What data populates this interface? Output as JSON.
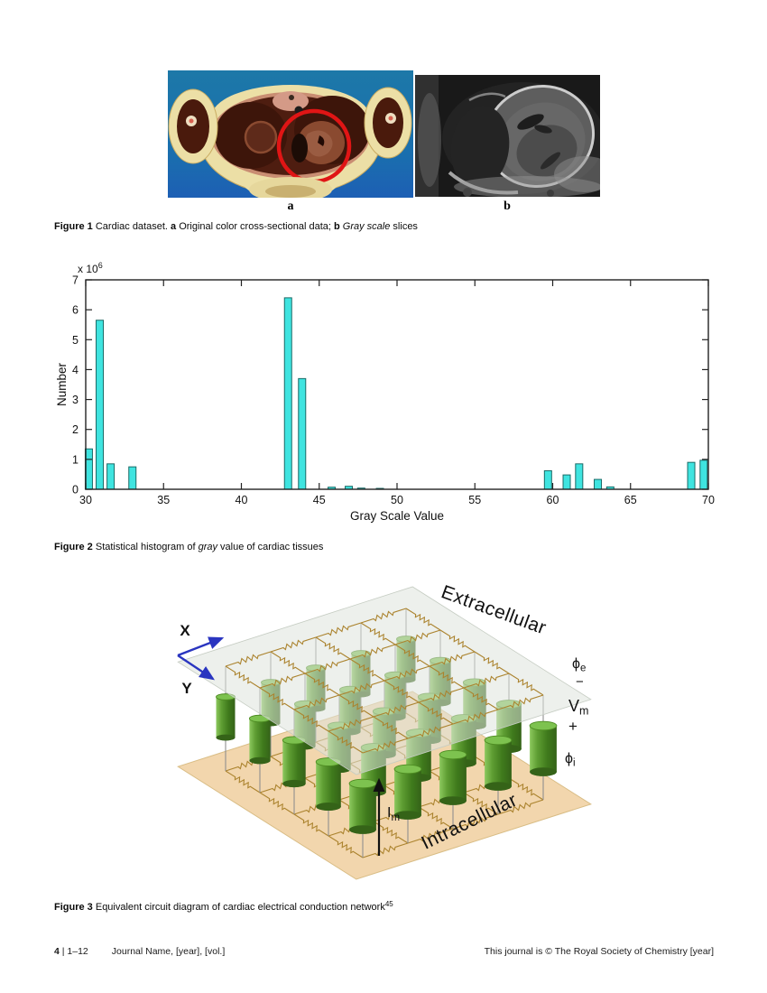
{
  "figure1": {
    "panel_a_label": "a",
    "panel_b_label": "b",
    "caption": {
      "tag": "Figure 1",
      "t1": " Cardiac dataset. ",
      "a": "a",
      "t2": " Original color cross-sectional data; ",
      "b": "b",
      "t3": " Gray scale",
      "t4": " slices"
    }
  },
  "chart_data": {
    "type": "bar",
    "title": "",
    "xlabel": "Gray Scale Value",
    "ylabel": "Number",
    "scale_label": {
      "base": "x 10",
      "exp": "6"
    },
    "unit": "1e6",
    "xlim": [
      30,
      70
    ],
    "ylim": [
      0,
      7
    ],
    "x_ticks": [
      30,
      35,
      40,
      45,
      50,
      55,
      60,
      65,
      70
    ],
    "y_ticks": [
      0,
      1,
      2,
      3,
      4,
      5,
      6,
      7
    ],
    "x": [
      30.2,
      30.9,
      31.6,
      33.0,
      43.0,
      43.9,
      45.8,
      46.9,
      47.7,
      48.9,
      59.7,
      60.9,
      61.7,
      62.9,
      63.7,
      68.9,
      69.7
    ],
    "values": [
      1.35,
      5.65,
      0.85,
      0.75,
      6.4,
      3.7,
      0.07,
      0.1,
      0.04,
      0.03,
      0.62,
      0.48,
      0.85,
      0.33,
      0.08,
      0.9,
      0.97
    ],
    "grid": false,
    "legend": null,
    "bar_color": "#3fe4e0",
    "bar_edge_color": "#1a6a66",
    "axis_color": "#222222"
  },
  "figure2": {
    "caption": {
      "tag": "Figure 2",
      "t1": " Statistical histogram of ",
      "t2": "gray",
      "t3": " value of cardiac tissues"
    }
  },
  "figure3": {
    "labels": {
      "extracellular": "Extracellular",
      "intracellular": "Intracellular",
      "x_axis": "X",
      "y_axis": "Y",
      "phi_e_base": "ϕ",
      "phi_e_sub": "e",
      "minus": "−",
      "vm_base": "V",
      "vm_sub": "m",
      "plus": "+",
      "phi_i_base": "ϕ",
      "phi_i_sub": "i",
      "im_base": "I",
      "im_sub": "m"
    },
    "colors": {
      "extracellular_plane": "#dfe4dc",
      "intracellular_plane": "#f2d6ad",
      "plane_edge": "#d9bd85",
      "resistor": "#ab832e",
      "wire": "#8f8f8f",
      "cylinder_top": "#7dc24f",
      "cylinder_top_edge": "#4e8c23",
      "axis_arrow": "#2a35c0",
      "sign": "#d98a35",
      "text": "#2b2b2b"
    },
    "caption": {
      "tag": "Figure 3",
      "t1": " Equivalent circuit diagram of cardiac electrical conduction network",
      "ref": "45"
    }
  },
  "footer": {
    "page_number": "4",
    "separator": " | ",
    "page_range": "1–12",
    "journal_info": "Journal Name, [year], [vol.]",
    "right_text": "This journal is © The Royal Society of Chemistry [year]"
  }
}
